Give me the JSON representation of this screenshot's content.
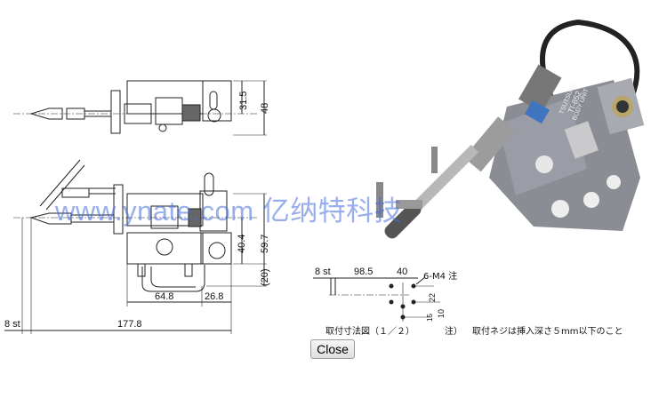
{
  "drawing": {
    "top_view": {
      "dim_a": "31.5",
      "dim_b": "48"
    },
    "side_view": {
      "dim_height": "59.7",
      "dim_center": "40.4",
      "dim_bottom": "(20)",
      "dim_width_a": "64.8",
      "dim_width_b": "26.8",
      "dim_total": "177.8",
      "stroke": "8 st"
    },
    "mount": {
      "stroke": "8 st",
      "dim_a": "98.5",
      "dim_b": "40",
      "screw": "6-M4 注",
      "dim_v1": "22",
      "dim_v2": "10",
      "dim_v3": "15",
      "caption": "取付寸法図（１／２）",
      "note_label": "注）",
      "note_text": "取付ネジは挿入深さ５mm以下のこと"
    }
  },
  "photo": {
    "brand": "TSUTSUMI",
    "model": "TI-852",
    "unit": "BODY UNIT"
  },
  "watermark": "www.ynate.com 亿纳特科技",
  "dialog": {
    "close_label": "Close"
  }
}
